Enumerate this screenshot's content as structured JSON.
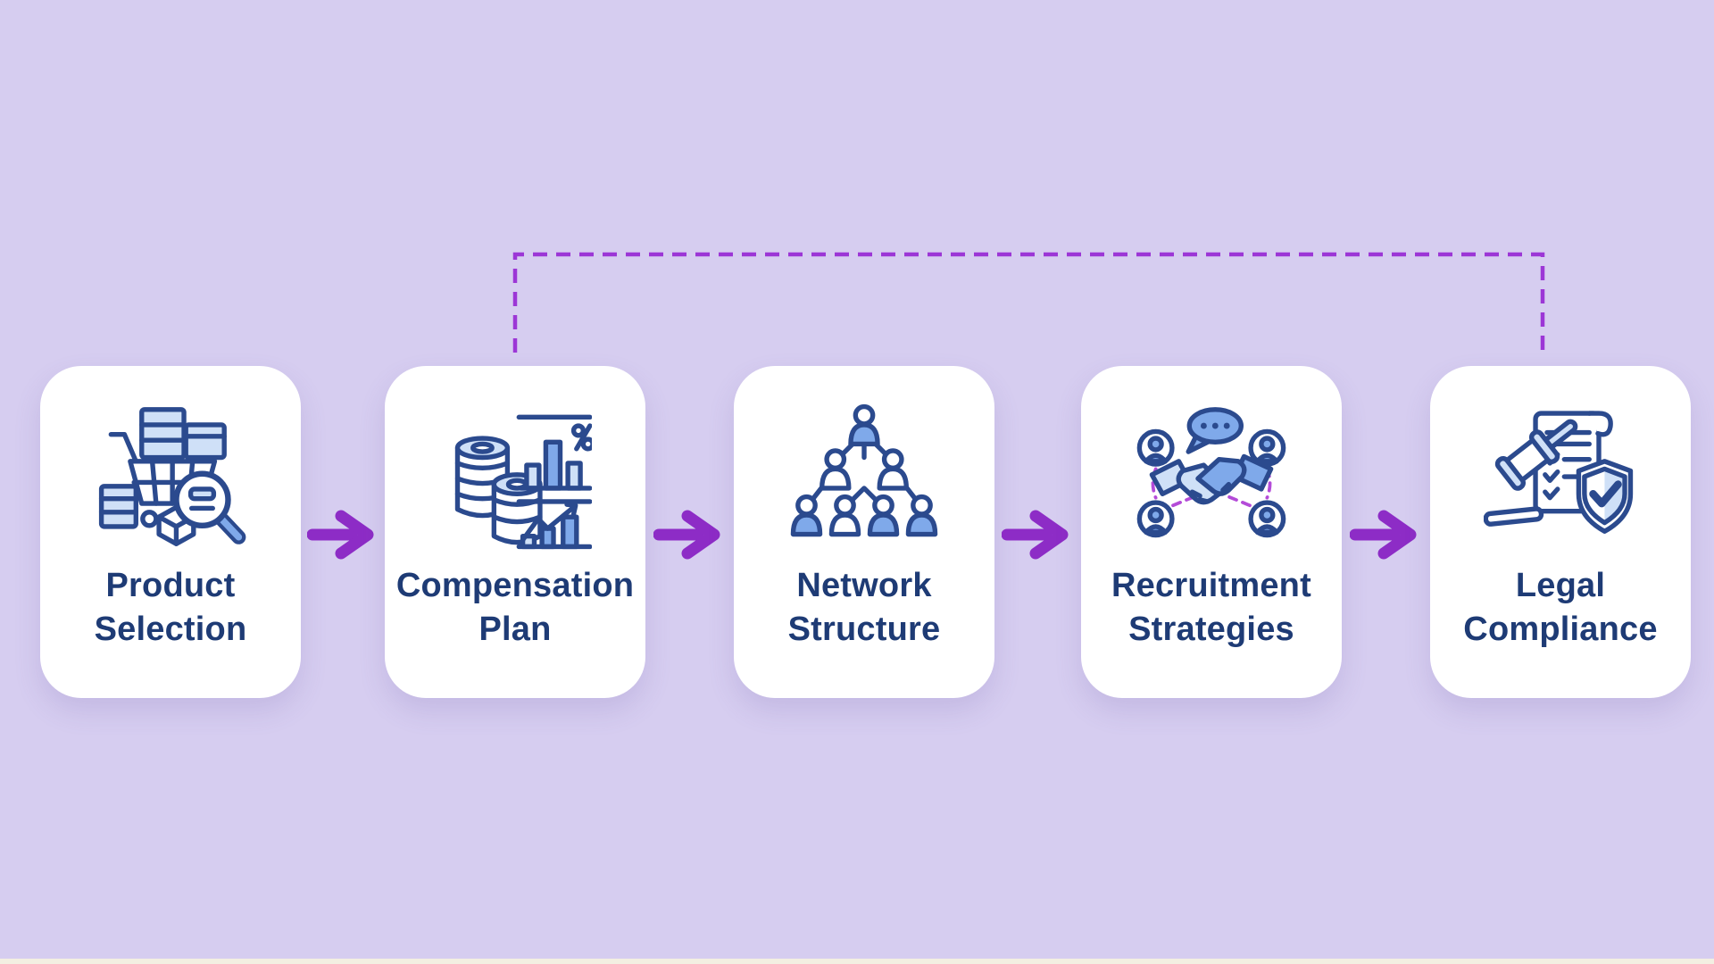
{
  "page": {
    "type": "process-flow-diagram",
    "background_color": "#d6cdf0",
    "bottom_strip_color": "#f3efe2"
  },
  "colors": {
    "card_background": "#ffffff",
    "title_text": "#1e3b75",
    "icon_outline": "#2b4a8e",
    "icon_fill_light": "#cfe0f7",
    "icon_fill_medium": "#7fa9ea",
    "arrow": "#8d2cc6",
    "dashed_connector": "#9c36d6"
  },
  "flow": {
    "steps": [
      {
        "lines": [
          "Product",
          "Selection"
        ],
        "icon": "shopping-cart-magnifier-icon"
      },
      {
        "lines": [
          "Compensation",
          "Plan"
        ],
        "icon": "coins-bar-chart-percent-icon"
      },
      {
        "lines": [
          "Network",
          "Structure"
        ],
        "icon": "people-pyramid-hierarchy-icon"
      },
      {
        "lines": [
          "Recruitment",
          "Strategies"
        ],
        "icon": "handshake-people-chat-icon"
      },
      {
        "lines": [
          "Legal",
          "Compliance"
        ],
        "icon": "gavel-document-shield-icon"
      }
    ],
    "forward_arrow_count": 4,
    "dashed_feedback_connector": "loops from above Compensation Plan across the top to above Legal Compliance"
  }
}
